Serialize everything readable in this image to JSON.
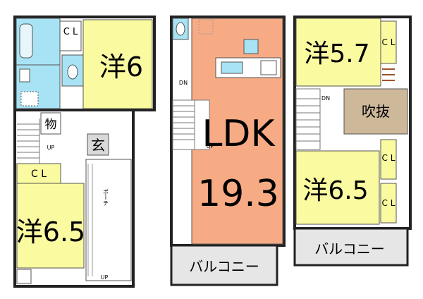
{
  "floor1": {
    "room_bedroom_top": "洋6",
    "room_bedroom_bottom": "洋6.5",
    "closet_top": "C L",
    "closet_bottom": "C L",
    "storage": "物",
    "entrance": "玄",
    "porch": "ポーチ",
    "stair_up": "UP",
    "porch_up": "UP"
  },
  "floor2": {
    "ldk_label": "LDK",
    "ldk_size": "19.3",
    "balcony": "バルコニー",
    "stair_dn": "DN",
    "stair_up": "UP"
  },
  "floor3": {
    "room_top": "洋5.7",
    "room_bottom": "洋6.5",
    "closet_top": "C L",
    "closet_mid": "C L",
    "closet_low": "C L",
    "atrium": "吹抜",
    "balcony": "バルコニー",
    "stair_dn": "DN"
  },
  "colors": {
    "bedroom": "#fafaa0",
    "ldk": "#f7ab85",
    "wet_area": "#a7e3f5",
    "atrium": "#cdb89a",
    "wall": "#222222",
    "balcony": "#e6e6e6"
  }
}
